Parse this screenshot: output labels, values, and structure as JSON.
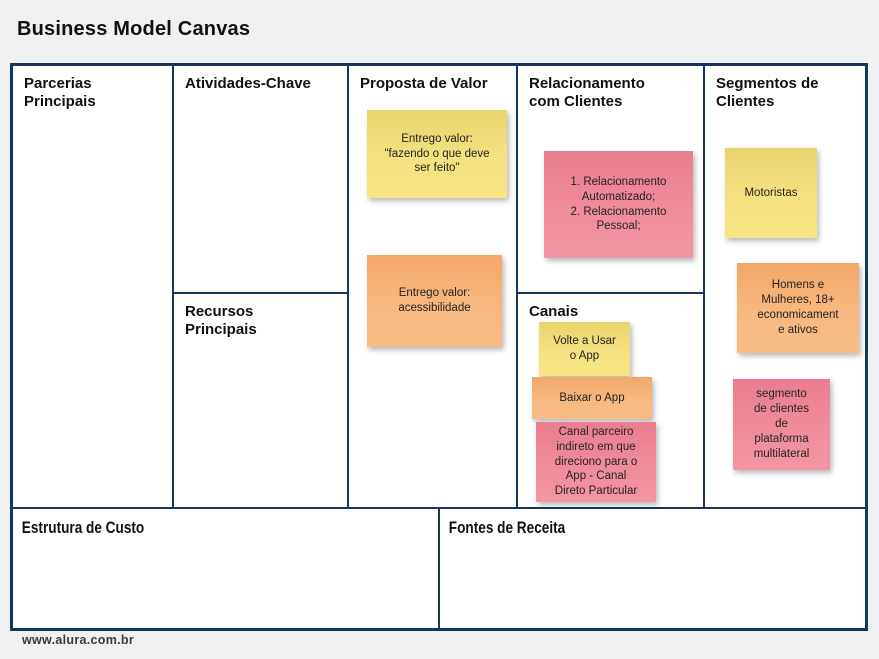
{
  "title": "Business Model Canvas",
  "footer": {
    "url": "www.alura.com.br"
  },
  "colors": {
    "frame": "#17365d",
    "background": "#f0f0f1",
    "note_yellow": "#f3e07c",
    "note_orange": "#f6b57c",
    "note_pink": "#ef8a99"
  },
  "sections": {
    "parcerias": {
      "title": "Parcerias\nPrincipais"
    },
    "atividades": {
      "title": "Atividades-Chave"
    },
    "recursos": {
      "title": "Recursos\nPrincipais"
    },
    "proposta": {
      "title": "Proposta de Valor",
      "notes": [
        {
          "color": "yellow",
          "text": "Entrego valor:\n\"fazendo o que deve\nser feito\""
        },
        {
          "color": "orange",
          "text": "Entrego valor:\nacessibilidade"
        }
      ]
    },
    "relacionamento": {
      "title": "Relacionamento\ncom Clientes",
      "notes": [
        {
          "color": "pink",
          "text": "1. Relacionamento\nAutomatizado;\n2. Relacionamento\nPessoal;"
        }
      ]
    },
    "canais": {
      "title": "Canais",
      "notes": [
        {
          "color": "yellow",
          "text": "Volte a Usar\no App"
        },
        {
          "color": "orange",
          "text": "Baixar o App"
        },
        {
          "color": "pink",
          "text": "Canal parceiro\nindireto em que\ndireciono para o\nApp - Canal\nDireto Particular"
        }
      ]
    },
    "segmentos": {
      "title": "Segmentos de\nClientes",
      "notes": [
        {
          "color": "yellow",
          "text": "Motoristas"
        },
        {
          "color": "orange",
          "text": "Homens e\nMulheres, 18+\neconomicament\ne ativos"
        },
        {
          "color": "pink",
          "text": "segmento\nde clientes\nde\nplataforma\nmultilateral"
        }
      ]
    },
    "estrutura": {
      "title": "Estrutura de Custo"
    },
    "fontes": {
      "title": "Fontes de Receita"
    }
  }
}
